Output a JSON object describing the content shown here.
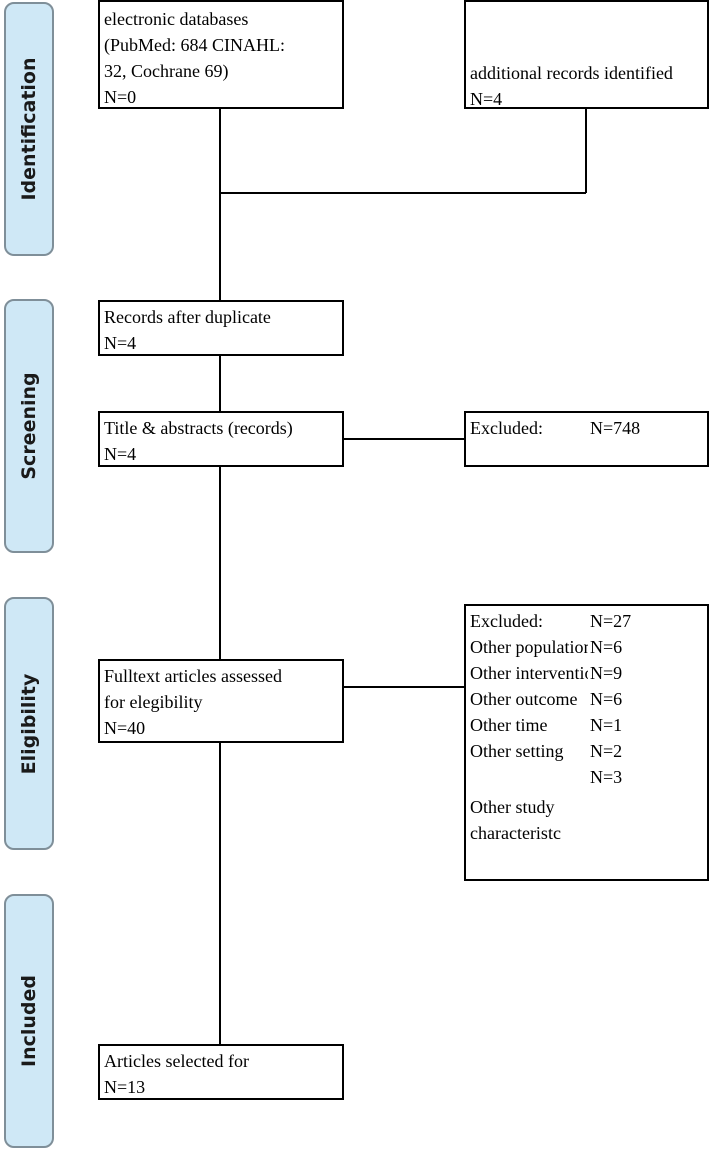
{
  "phases": {
    "identification": "Identification",
    "screening": "Screening",
    "eligibility": "Eligibility",
    "included": "Included"
  },
  "identification": {
    "databases": [
      "electronic databases",
      "(PubMed: 684 CINAHL:",
      "32, Cochrane 69)",
      "N=0"
    ],
    "additional": [
      "additional records identified",
      "N=4"
    ]
  },
  "screening": {
    "duplicates": [
      "Records after duplicate",
      "N=4"
    ],
    "title_abstract": [
      "Title & abstracts (records)",
      "N=4"
    ],
    "excluded": {
      "label": "Excluded:",
      "n": "N=748"
    }
  },
  "eligibility": {
    "fulltext": [
      "Fulltext articles assessed",
      "for elegibility",
      "N=40"
    ],
    "excluded_rows": [
      {
        "label": "Excluded:",
        "n": "N=27"
      },
      {
        "label": "Other population",
        "n": "N=6"
      },
      {
        "label": "Other  intervention",
        "n": "N=9"
      },
      {
        "label": "Other outcome",
        "n": "N=6"
      },
      {
        "label": "Other time",
        "n": "N=1"
      },
      {
        "label": "Other setting",
        "n": "N=2"
      },
      {
        "label": "",
        "n": "N=3"
      }
    ],
    "excluded_extra": [
      "Other study",
      "characteristc"
    ]
  },
  "included": {
    "articles": [
      "Articles selected for",
      "N=13"
    ]
  }
}
